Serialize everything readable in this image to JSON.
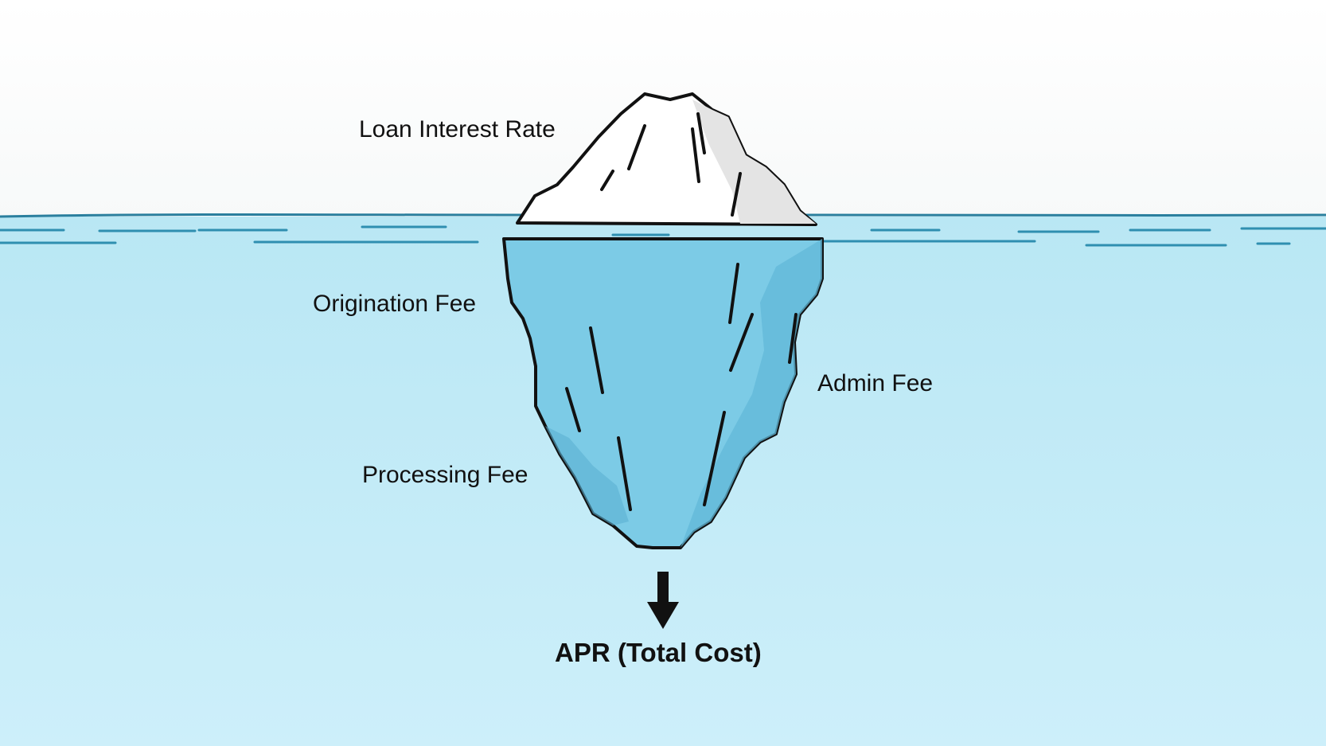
{
  "labels": {
    "tip": "Loan Interest Rate",
    "upper_left": "Origination Fee",
    "right": "Admin Fee",
    "lower_left": "Processing Fee",
    "result": "APR (Total Cost)"
  },
  "colors": {
    "sky": "#ffffff",
    "water_top": "#bfe9f5",
    "water_bottom": "#c9eef8",
    "waterline": "#2a7f9e",
    "ice_above": "#ffffff",
    "ice_shade": "#e6e6e6",
    "ice_below": "#7ccbe6",
    "ice_below_shade": "#5fb6d6",
    "outline": "#111111"
  },
  "icons": {
    "down_arrow": "arrow-down-icon",
    "iceberg": "iceberg-icon"
  }
}
